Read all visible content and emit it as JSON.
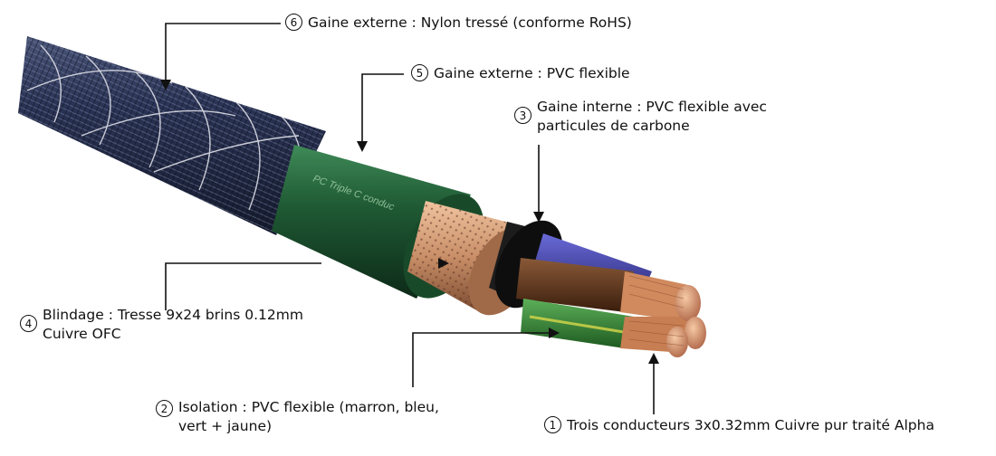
{
  "callouts": [
    {
      "num": "⑥",
      "line1": "Gaine externe : Nylon tressé (conforme RoHS)",
      "line2": ""
    },
    {
      "num": "⑤",
      "line1": "Gaine externe : PVC flexible",
      "line2": ""
    },
    {
      "num": "③",
      "line1": "Gaine interne : PVC flexible avec",
      "line2": "particules de carbone"
    },
    {
      "num": "④",
      "line1": "Blindage : Tresse 9x24 brins 0.12mm",
      "line2": "Cuivre OFC"
    },
    {
      "num": "②",
      "line1": "Isolation : PVC flexible (marron, bleu,",
      "line2": "vert + jaune)"
    },
    {
      "num": "①",
      "line1": "Trois conducteurs 3x0.32mm Cuivre pur traité Alpha",
      "line2": ""
    }
  ],
  "cable_print": "PC Triple C conduc",
  "colors": {
    "nylon": "#2a3354",
    "pvc_outer": "#1f5a34",
    "shield": "#c98f68",
    "inner_jacket": "#141414",
    "brown": "#5a3318",
    "blue": "#3a3fa8",
    "green_yellow": "#3f8f3a",
    "copper": "#d9956a"
  }
}
